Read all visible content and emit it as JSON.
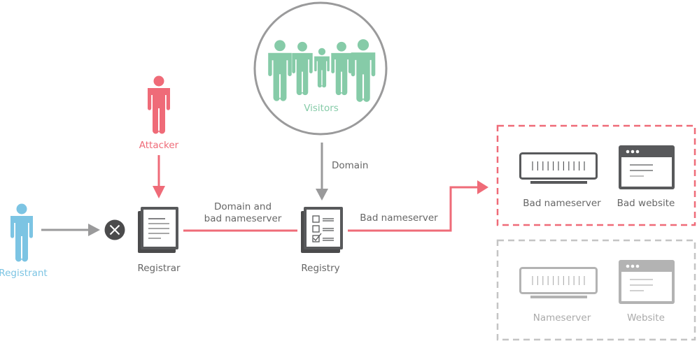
{
  "colors": {
    "registrant": "#7cc4e3",
    "attacker": "#ef6b78",
    "visitors": "#86cba8",
    "neutral_text": "#666666",
    "arrow_gray": "#9a9a9b",
    "icon_dark": "#58595b",
    "icon_muted": "#b3b3b3",
    "attack_path": "#ef6b78",
    "muted_text": "#aaaaaa"
  },
  "actors": {
    "registrant": {
      "label": "Registrant",
      "icon": "person-icon"
    },
    "attacker": {
      "label": "Attacker",
      "icon": "person-icon"
    },
    "visitors": {
      "label": "Visitors",
      "icon": "group-of-people-icon",
      "count": 5
    }
  },
  "nodes": {
    "blocked": {
      "icon": "blocked-x-icon"
    },
    "registrar": {
      "label": "Registrar",
      "icon": "document-icon"
    },
    "registry": {
      "label": "Registry",
      "icon": "checklist-icon"
    }
  },
  "edges": {
    "registrant_to_registrar": {
      "label": "",
      "status": "blocked"
    },
    "attacker_to_registrar": {
      "label": ""
    },
    "registrar_to_registry": {
      "label_line1": "Domain and",
      "label_line2": "bad nameserver"
    },
    "visitors_to_registry": {
      "label": "Domain"
    },
    "registry_to_bad_group": {
      "label": "Bad nameserver"
    }
  },
  "groups": {
    "bad": {
      "style": "dashed-red",
      "items": [
        {
          "label": "Bad nameserver",
          "icon": "server-icon"
        },
        {
          "label": "Bad website",
          "icon": "browser-window-icon"
        }
      ]
    },
    "legit": {
      "style": "dashed-gray",
      "items": [
        {
          "label": "Nameserver",
          "icon": "server-icon"
        },
        {
          "label": "Website",
          "icon": "browser-window-icon"
        }
      ]
    }
  }
}
